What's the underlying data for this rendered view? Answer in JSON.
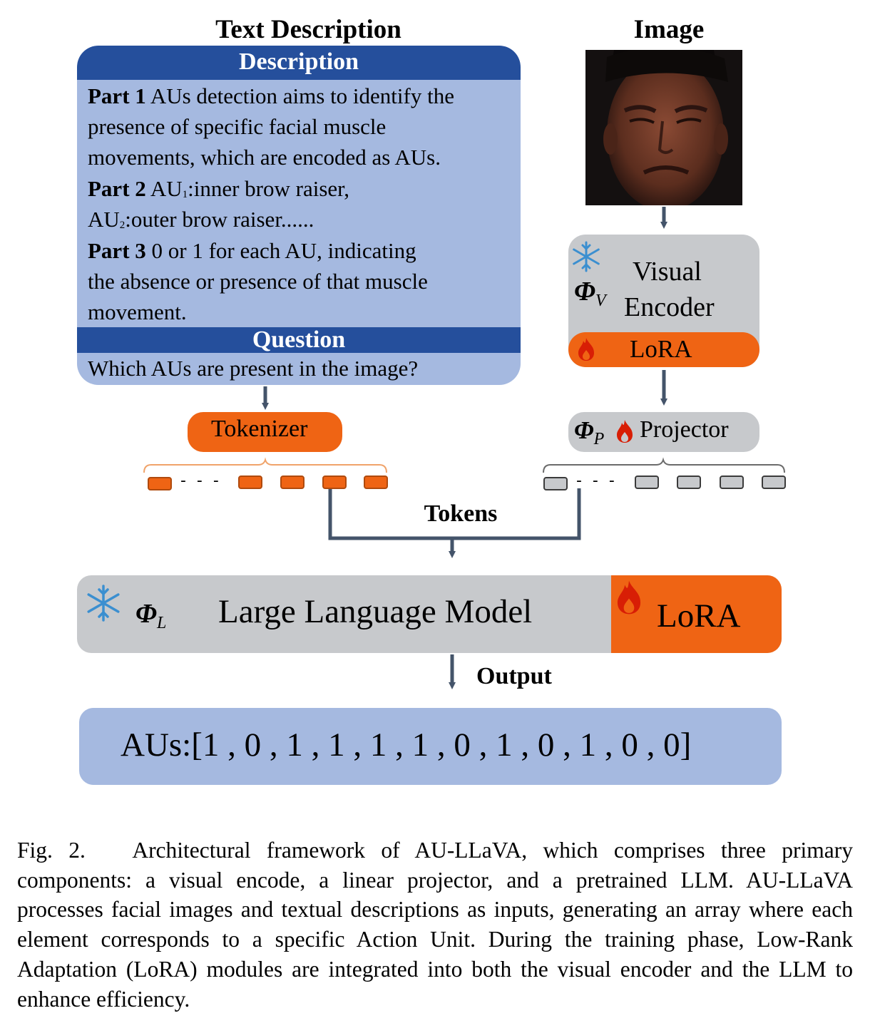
{
  "headers": {
    "text_description": "Text Description",
    "image": "Image"
  },
  "description_panel": {
    "description_title": "Description",
    "part1_label": "Part 1",
    "part1_text_a": " AUs detection aims to identify the",
    "part1_text_b": "presence of specific facial muscle",
    "part1_text_c": "movements, which are encoded as AUs.",
    "part2_label": "Part 2",
    "part2_au1": " AU",
    "part2_au1_sub": "1",
    "part2_au1_text": ":inner brow raiser,",
    "part2_au2": "AU",
    "part2_au2_sub": "2",
    "part2_au2_text": ":outer brow raiser......",
    "part3_label": "Part 3",
    "part3_text_a": " 0 or 1 for each AU, indicating",
    "part3_text_b": "the absence or presence of that muscle",
    "part3_text_c": "movement.",
    "question_title": "Question",
    "question_text": "Which AUs are present in the image?"
  },
  "visual_encoder": {
    "symbol": "Φ",
    "symbol_sub": "V",
    "label_line1": "Visual",
    "label_line2": "Encoder",
    "lora_label": "LoRA"
  },
  "tokenizer": {
    "label": "Tokenizer"
  },
  "projector": {
    "symbol": "Φ",
    "symbol_sub": "P",
    "label": "Projector"
  },
  "tokens_label": "Tokens",
  "llm": {
    "symbol": "Φ",
    "symbol_sub": "L",
    "label": "Large Language Model",
    "lora_label": "LoRA"
  },
  "output_label": "Output",
  "output_box": {
    "text": "AUs:[1 , 0 , 1 , 1 , 1 , 1 , 0 , 1 , 0 , 1 , 0 , 0]"
  },
  "caption": "Fig. 2.   Architectural framework of AU-LLaVA, which comprises three primary components: a visual encode, a linear projector, and a pretrained LLM. AU-LLaVA processes facial images and textual descriptions as inputs, generating an array where each element corresponds to a specific Action Unit. During the training phase, Low-Rank Adaptation (LoRA) modules are integrated into both the visual encoder and the LLM to enhance efficiency.",
  "colors": {
    "blue_band": "#254f9c",
    "blue_fill": "#a5b9e0",
    "orange": "#ef6414",
    "gray": "#c7c9cc",
    "arrow": "#44546a",
    "snowflake": "#3b8fd0",
    "flame": "#d81e05"
  },
  "icons": [
    "snowflake-icon",
    "flame-icon",
    "arrow-icon",
    "bracket"
  ]
}
